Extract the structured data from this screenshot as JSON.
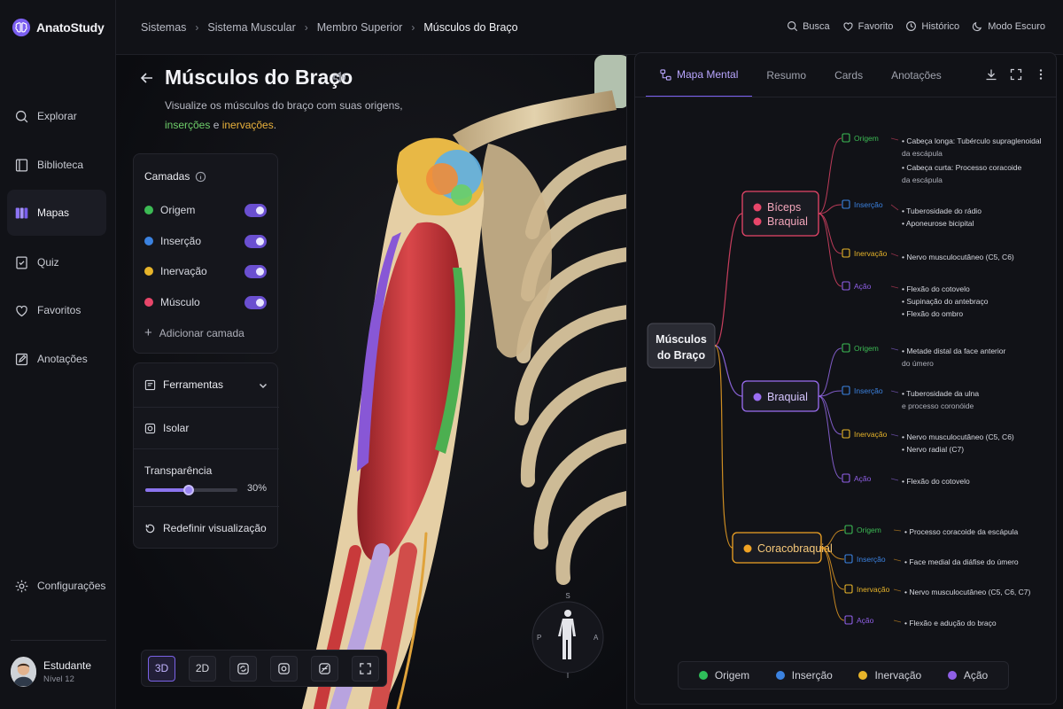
{
  "app": {
    "name": "AnatoStudy"
  },
  "sidebar": {
    "items": [
      {
        "label": "Explorar",
        "icon": "search-icon"
      },
      {
        "label": "Biblioteca",
        "icon": "book-icon"
      },
      {
        "label": "Mapas",
        "icon": "map-icon",
        "active": true
      },
      {
        "label": "Quiz",
        "icon": "quiz-icon"
      },
      {
        "label": "Favoritos",
        "icon": "heart-icon"
      },
      {
        "label": "Anotações",
        "icon": "edit-icon"
      }
    ],
    "settings": "Configurações",
    "user": {
      "name": "Estudante",
      "level": "Nível 12"
    }
  },
  "breadcrumb": [
    "Sistemas",
    "Sistema Muscular",
    "Membro Superior",
    "Músculos do Braço"
  ],
  "top_actions": [
    "Busca",
    "Favorito",
    "Histórico",
    "Modo Escuro"
  ],
  "page": {
    "title": "Músculos do Braço",
    "desc_1": "Visualize os músculos do braço com suas origens,",
    "desc_ins": "inserções",
    "desc_and": " e ",
    "desc_inn": "inervações",
    "desc_end": "."
  },
  "layers": {
    "title": "Camadas",
    "items": [
      {
        "label": "Origem",
        "color": "#3cba54"
      },
      {
        "label": "Inserção",
        "color": "#3b82e0"
      },
      {
        "label": "Inervação",
        "color": "#e7b42a"
      },
      {
        "label": "Músculo",
        "color": "#e8466a"
      }
    ],
    "add": "Adicionar camada"
  },
  "tools": {
    "title": "Ferramentas",
    "isolate": "Isolar",
    "transparency_label": "Transparência",
    "transparency_value": 30,
    "transparency_text": "30%",
    "reset": "Redefinir visualização"
  },
  "view_modes": {
    "mode_3d": "3D",
    "mode_2d": "2D"
  },
  "compass": {
    "s": "S",
    "i": "I",
    "p": "P",
    "a": "A"
  },
  "tabs": [
    "Mapa Mental",
    "Resumo",
    "Cards",
    "Anotações"
  ],
  "mindmap": {
    "root": [
      "Músculos",
      "do Braço"
    ],
    "origem": "Origem",
    "insercao": "Inserção",
    "inervacao": "Inervação",
    "acao": "Ação",
    "muscles": [
      {
        "name": [
          "Bíceps",
          "Braquial"
        ],
        "color": "#e8466a",
        "origem": [
          "• Cabeça longa: Tubérculo supraglenoidal",
          "da escápula",
          "• Cabeça curta: Processo coracoide",
          "da escápula"
        ],
        "insercao": [
          "• Tuberosidade do rádio",
          "• Aponeurose bicipital"
        ],
        "inervacao": [
          "• Nervo musculocutâneo (C5, C6)"
        ],
        "acao": [
          "• Flexão do cotovelo",
          "• Supinação do antebraço",
          "• Flexão do ombro"
        ]
      },
      {
        "name": [
          "Braquial"
        ],
        "color": "#9b6ef3",
        "origem": [
          "• Metade distal da face anterior",
          "do úmero"
        ],
        "insercao": [
          "• Tuberosidade da ulna",
          "e processo coronóide"
        ],
        "inervacao": [
          "• Nervo musculocutâneo (C5, C6)",
          "• Nervo radial (C7)"
        ],
        "acao": [
          "• Flexão do cotovelo"
        ]
      },
      {
        "name": [
          "Coracobraquial"
        ],
        "color": "#f0a324",
        "origem": [
          "• Processo coracoide da escápula"
        ],
        "insercao": [
          "• Face medial da diáfise do úmero"
        ],
        "inervacao": [
          "• Nervo musculocutâneo (C5, C6, C7)"
        ],
        "acao": [
          "• Flexão e adução do braço"
        ]
      }
    ]
  },
  "legend": [
    {
      "label": "Origem",
      "color": "#2fbf5a"
    },
    {
      "label": "Inserção",
      "color": "#3b82e0"
    },
    {
      "label": "Inervação",
      "color": "#e7b42a"
    },
    {
      "label": "Ação",
      "color": "#8f5fe6"
    }
  ]
}
